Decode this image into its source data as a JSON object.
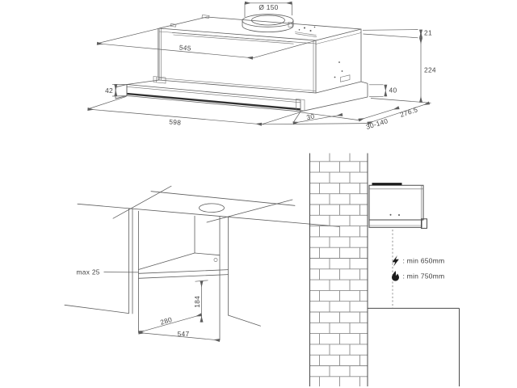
{
  "colors": {
    "line": "#5d5d5d",
    "text": "#454545",
    "accent_dark": "#151515",
    "brick_line": "#8b8b8b",
    "background": "#ffffff"
  },
  "hood_isometric": {
    "dims": {
      "duct_diameter": "Ø 150",
      "body_top_width": "545",
      "top_frame_height": "21",
      "body_height": "224",
      "visor_front_height": "42",
      "visor_rear_height": "40",
      "overall_width": "598",
      "front_clearance": "30",
      "telescopic_extension": "30-140",
      "overall_depth": "276.5"
    }
  },
  "cabinet_niche": {
    "dims": {
      "bottom_panel_max_thickness": "max 25",
      "opening_height": "184",
      "opening_depth": "280",
      "opening_width": "547"
    }
  },
  "wall_mounting": {
    "icons": {
      "electric": "lightning-bolt",
      "gas": "flame"
    },
    "clearances": [
      {
        "icon": "lightning-bolt",
        "label": ": min 650mm"
      },
      {
        "icon": "flame",
        "label": ": min 750mm"
      }
    ]
  }
}
